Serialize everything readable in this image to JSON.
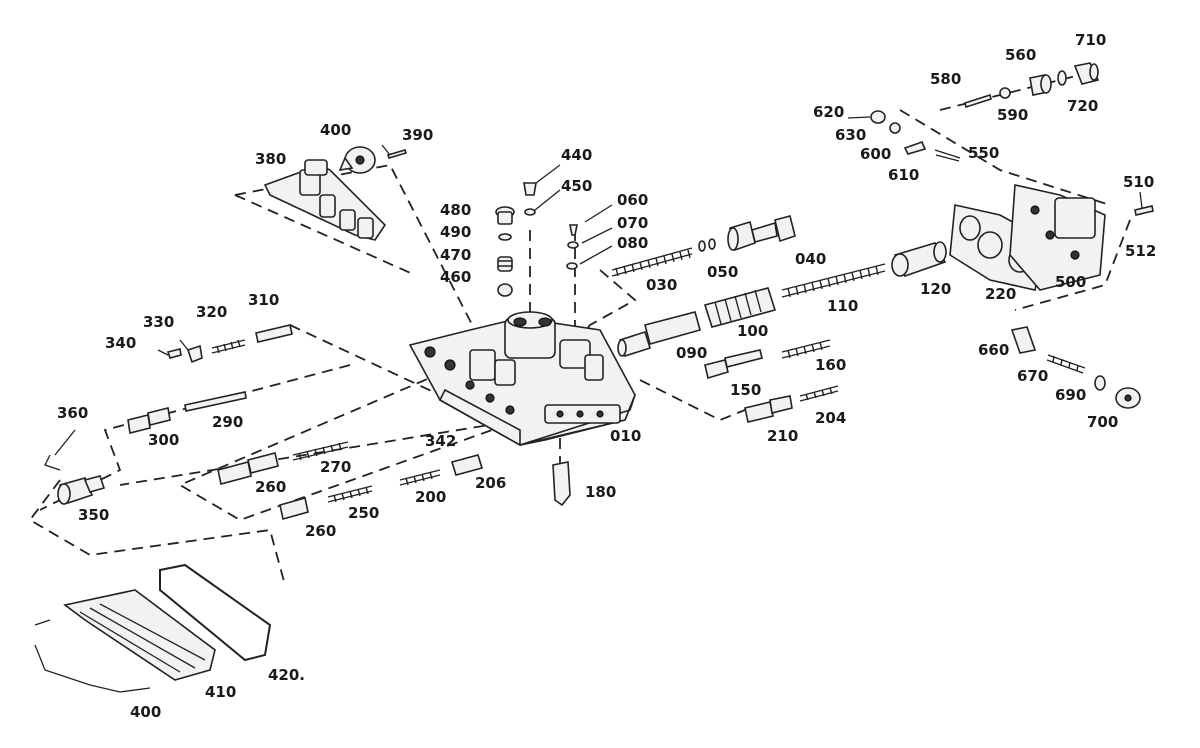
{
  "diagram": {
    "labels": [
      {
        "id": "010",
        "text": "010"
      },
      {
        "id": "030",
        "text": "030"
      },
      {
        "id": "040",
        "text": "040"
      },
      {
        "id": "050",
        "text": "050"
      },
      {
        "id": "060",
        "text": "060"
      },
      {
        "id": "070",
        "text": "070"
      },
      {
        "id": "080",
        "text": "080"
      },
      {
        "id": "090",
        "text": "090"
      },
      {
        "id": "100",
        "text": "100"
      },
      {
        "id": "110",
        "text": "110"
      },
      {
        "id": "120",
        "text": "120"
      },
      {
        "id": "150",
        "text": "150"
      },
      {
        "id": "160",
        "text": "160"
      },
      {
        "id": "180",
        "text": "180"
      },
      {
        "id": "200",
        "text": "200"
      },
      {
        "id": "204",
        "text": "204"
      },
      {
        "id": "206",
        "text": "206"
      },
      {
        "id": "210",
        "text": "210"
      },
      {
        "id": "220",
        "text": "220"
      },
      {
        "id": "250",
        "text": "250"
      },
      {
        "id": "260a",
        "text": "260"
      },
      {
        "id": "260b",
        "text": "260"
      },
      {
        "id": "270",
        "text": "270"
      },
      {
        "id": "290",
        "text": "290"
      },
      {
        "id": "300",
        "text": "300"
      },
      {
        "id": "310",
        "text": "310"
      },
      {
        "id": "320",
        "text": "320"
      },
      {
        "id": "330",
        "text": "330"
      },
      {
        "id": "340",
        "text": "340"
      },
      {
        "id": "342",
        "text": "342"
      },
      {
        "id": "350",
        "text": "350"
      },
      {
        "id": "360",
        "text": "360"
      },
      {
        "id": "380",
        "text": "380"
      },
      {
        "id": "390",
        "text": "390"
      },
      {
        "id": "400a",
        "text": "400"
      },
      {
        "id": "400b",
        "text": "400"
      },
      {
        "id": "410",
        "text": "410"
      },
      {
        "id": "420",
        "text": "420."
      },
      {
        "id": "440",
        "text": "440"
      },
      {
        "id": "450",
        "text": "450"
      },
      {
        "id": "460",
        "text": "460"
      },
      {
        "id": "470",
        "text": "470"
      },
      {
        "id": "480",
        "text": "480"
      },
      {
        "id": "490",
        "text": "490"
      },
      {
        "id": "500",
        "text": "500"
      },
      {
        "id": "510",
        "text": "510"
      },
      {
        "id": "512",
        "text": "512"
      },
      {
        "id": "550",
        "text": "550"
      },
      {
        "id": "560",
        "text": "560"
      },
      {
        "id": "580",
        "text": "580"
      },
      {
        "id": "590",
        "text": "590"
      },
      {
        "id": "600",
        "text": "600"
      },
      {
        "id": "610",
        "text": "610"
      },
      {
        "id": "620",
        "text": "620"
      },
      {
        "id": "630",
        "text": "630"
      },
      {
        "id": "660",
        "text": "660"
      },
      {
        "id": "670",
        "text": "670"
      },
      {
        "id": "690",
        "text": "690"
      },
      {
        "id": "700",
        "text": "700"
      },
      {
        "id": "710",
        "text": "710"
      },
      {
        "id": "720",
        "text": "720"
      }
    ]
  }
}
